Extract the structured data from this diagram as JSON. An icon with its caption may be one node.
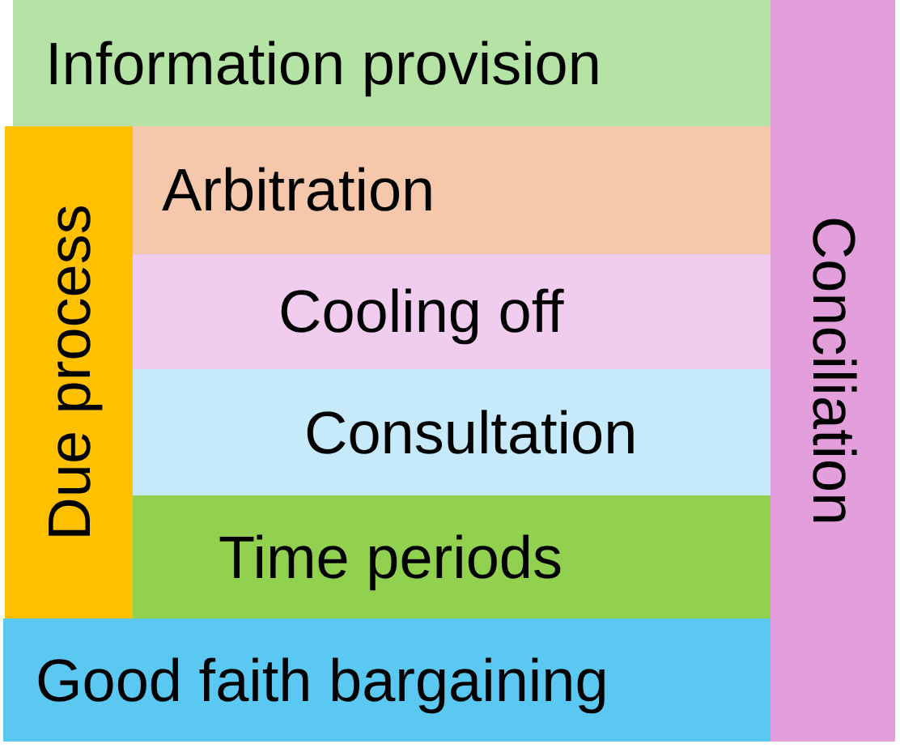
{
  "diagram": {
    "nodes": [
      {
        "text": [
          "Information provision"
        ]
      },
      {
        "text": [
          "Conciliation"
        ]
      },
      {
        "text": [
          "Due process"
        ]
      },
      {
        "text": [
          "Arbitration"
        ]
      },
      {
        "text": [
          "Cooling off"
        ]
      },
      {
        "text": [
          "Consultation"
        ]
      },
      {
        "text": [
          "Time periods"
        ]
      },
      {
        "text": [
          "Good faith bargaining"
        ]
      }
    ]
  }
}
